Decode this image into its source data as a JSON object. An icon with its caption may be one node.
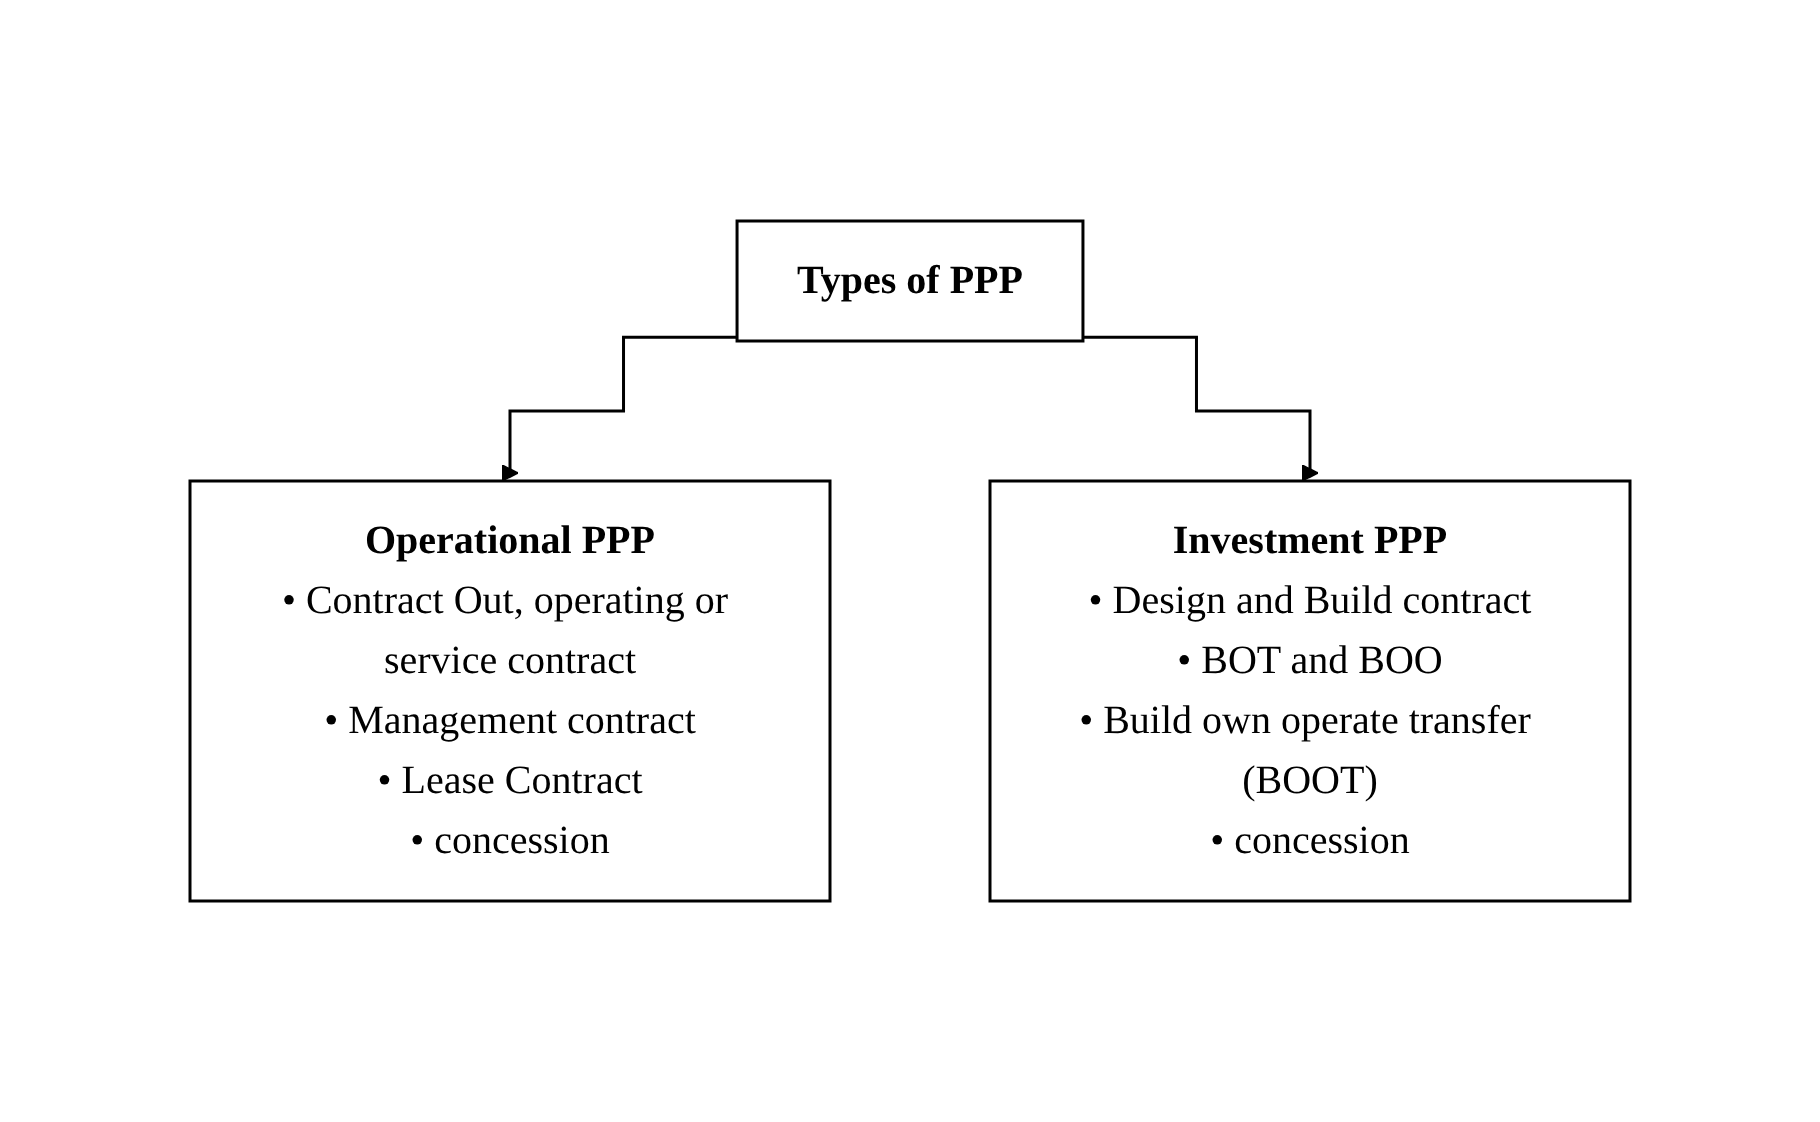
{
  "diagram": {
    "nodes": [
      {
        "text": [
          "Types of PPP"
        ]
      },
      {
        "text": [
          "Operational PPP",
          "• Contract Out, operating or service contract",
          "• Management contract",
          "• Lease Contract",
          "• concession"
        ]
      },
      {
        "text": [
          "Investment PPP",
          "• Design and Build contract",
          "• BOT and BOO",
          "• Build own operate transfer (BOOT)",
          "• concession"
        ]
      }
    ],
    "edges": [
      {
        "from": 0,
        "to": 1,
        "arrow": "to"
      },
      {
        "from": 0,
        "to": 2,
        "arrow": "to"
      }
    ]
  }
}
